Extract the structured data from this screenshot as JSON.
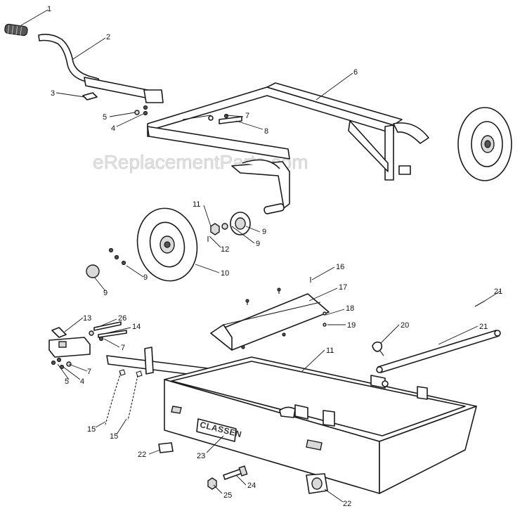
{
  "watermark": "eReplacementParts.com",
  "brand_label": "CLASSEN",
  "callouts": {
    "c1": "1",
    "c2": "2",
    "c3": "3",
    "c4a": "4",
    "c5a": "5",
    "c6": "6",
    "c7a": "7",
    "c8": "8",
    "c9a": "9",
    "c9b": "9",
    "c9c": "9",
    "c9d": "9",
    "c10": "10",
    "c11a": "11",
    "c11b": "11",
    "c12": "12",
    "c13": "13",
    "c14": "14",
    "c15a": "15",
    "c15b": "15",
    "c16": "16",
    "c17": "17",
    "c18": "18",
    "c19": "19",
    "c20": "20",
    "c21a": "21",
    "c21b": "21",
    "c22a": "22",
    "c22b": "22",
    "c23": "23",
    "c24": "24",
    "c25": "25",
    "c26": "26",
    "c7b": "7",
    "c7c": "7",
    "c4b": "4",
    "c5b": "5"
  }
}
